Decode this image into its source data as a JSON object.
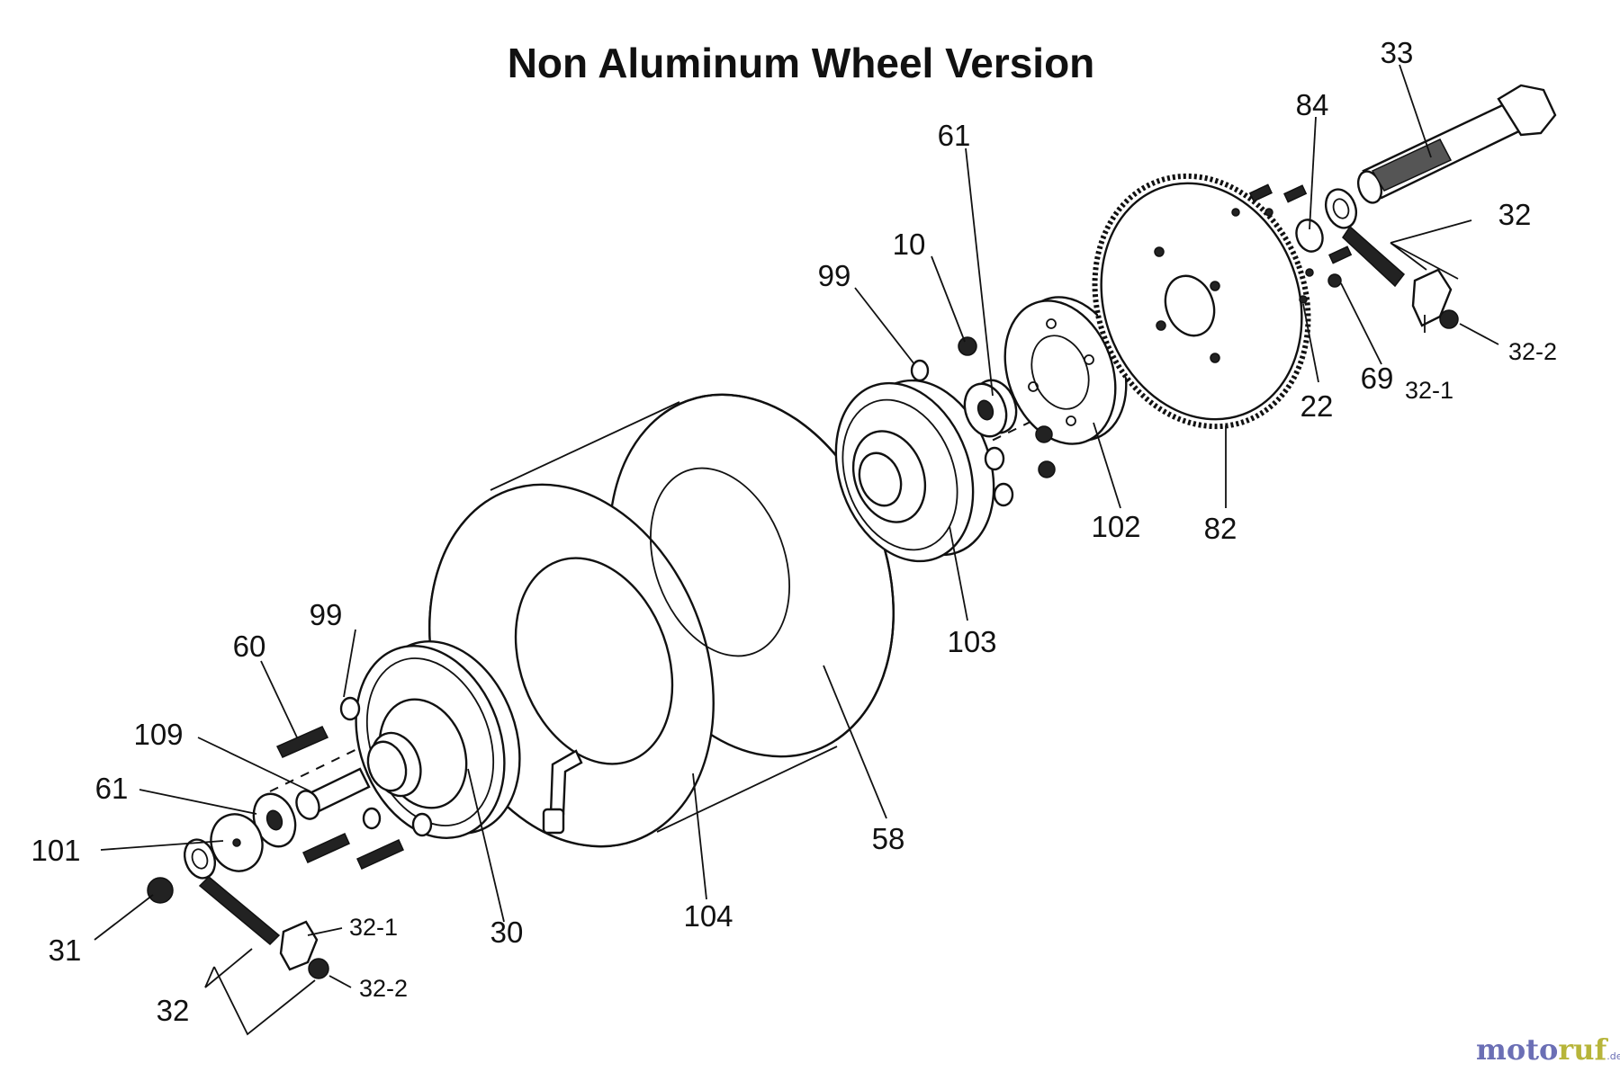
{
  "title": "Non Aluminum Wheel Version",
  "callouts": {
    "p33": "33",
    "p84": "84",
    "p61_top": "61",
    "p32_top": "32",
    "p10": "10",
    "p99_top": "99",
    "p32_2_top": "32-2",
    "p69": "69",
    "p32_1_top": "32-1",
    "p22": "22",
    "p102": "102",
    "p82": "82",
    "p103": "103",
    "p99_low": "99",
    "p60": "60",
    "p109": "109",
    "p61_low": "61",
    "p101": "101",
    "p58": "58",
    "p30": "30",
    "p104": "104",
    "p31": "31",
    "p32_1_low": "32-1",
    "p32_low": "32",
    "p32_2_low": "32-2"
  },
  "watermark": {
    "part1": "moto",
    "part2": "ruf",
    "part3": ".de"
  }
}
